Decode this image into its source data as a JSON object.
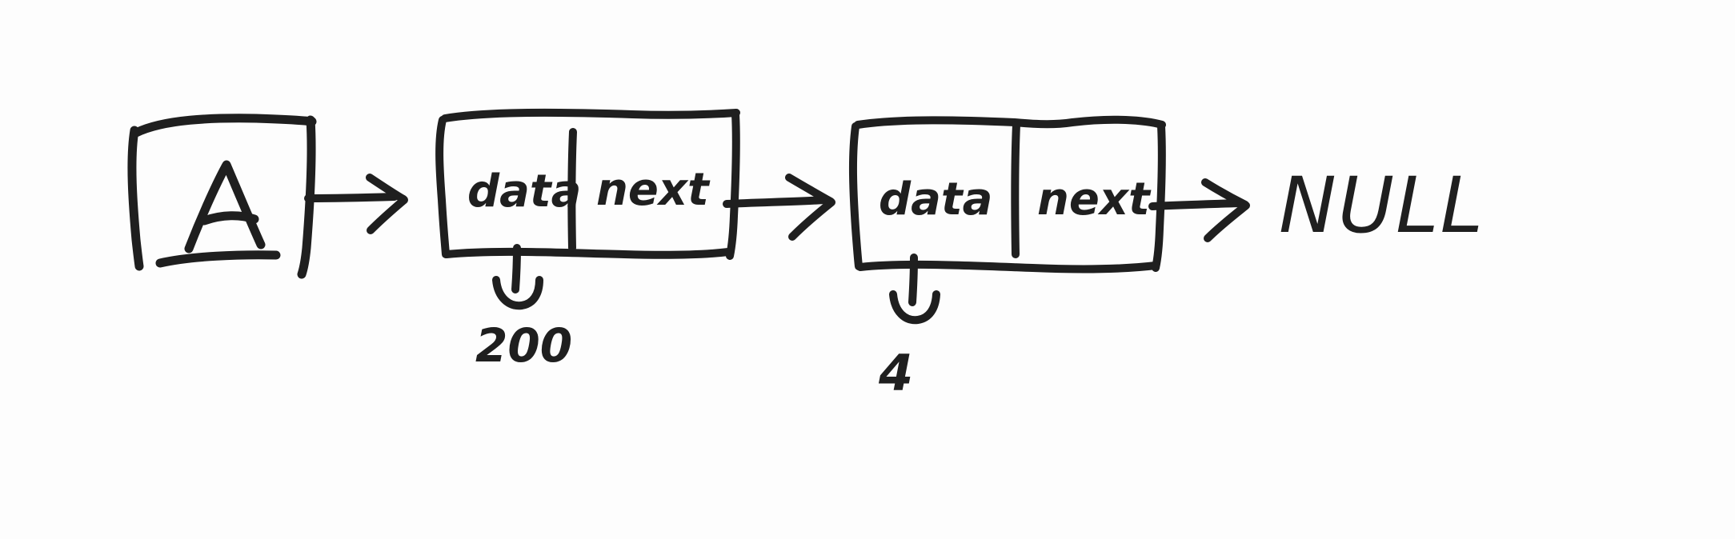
{
  "diagram": {
    "kind": "linked-list-sketch",
    "title": "",
    "background_color": "#fdfdfd",
    "ink_color": "#1f1f1f",
    "head": {
      "label": "A",
      "name": "head-pointer-box"
    },
    "nodes": [
      {
        "id": "node-1",
        "data_label": "data",
        "next_label": "next",
        "data_value": "200",
        "value_connector": "down-hook-arrow"
      },
      {
        "id": "node-2",
        "data_label": "data",
        "next_label": "next",
        "data_value": "4",
        "value_connector": "down-hook-arrow"
      }
    ],
    "terminator": {
      "label": "NULL",
      "name": "null-terminator"
    },
    "arrows": [
      {
        "name": "arrow-head-to-node-1",
        "from": "head-pointer-box",
        "to": "node-1"
      },
      {
        "name": "arrow-node-1-to-node-2",
        "from": "node-1",
        "to": "node-2"
      },
      {
        "name": "arrow-node-2-to-null",
        "from": "node-2",
        "to": "null-terminator"
      }
    ]
  }
}
